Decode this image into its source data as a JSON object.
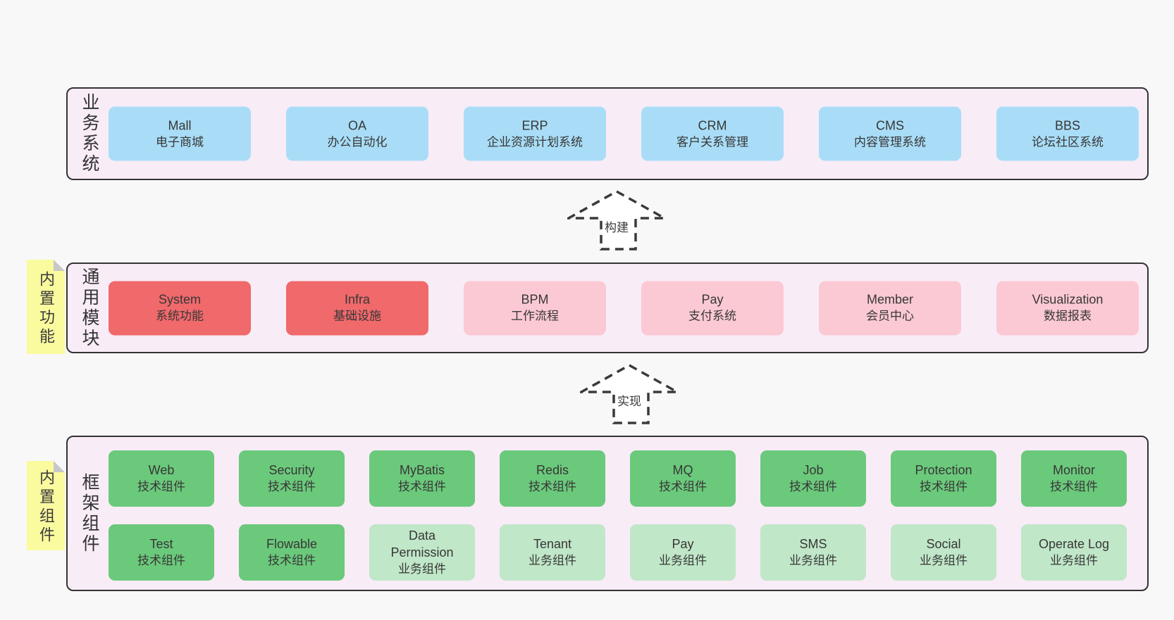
{
  "colors": {
    "blue": "#a9ddf7",
    "red": "#f0696b",
    "pink": "#fbc9d4",
    "green": "#6bc97b",
    "lightgreen": "#c0e7c8",
    "band-bg": "#f8ecf7",
    "band-border": "#333333",
    "sticky": "#fafa9e",
    "fold": "#c8c8c8",
    "page-bg": "#f8f8f8",
    "ink": "#373737"
  },
  "bands": {
    "business": {
      "side_label": "业务系统",
      "boxes": [
        {
          "name": "Mall",
          "desc": "电子商城",
          "variant": "blue"
        },
        {
          "name": "OA",
          "desc": "办公自动化",
          "variant": "blue"
        },
        {
          "name": "ERP",
          "desc": "企业资源计划系统",
          "variant": "blue"
        },
        {
          "name": "CRM",
          "desc": "客户关系管理",
          "variant": "blue"
        },
        {
          "name": "CMS",
          "desc": "内容管理系统",
          "variant": "blue"
        },
        {
          "name": "BBS",
          "desc": "论坛社区系统",
          "variant": "blue"
        }
      ]
    },
    "modules": {
      "sticky": "内置功能",
      "side_label": "通用模块",
      "boxes": [
        {
          "name": "System",
          "desc": "系统功能",
          "variant": "red"
        },
        {
          "name": "Infra",
          "desc": "基础设施",
          "variant": "red"
        },
        {
          "name": "BPM",
          "desc": "工作流程",
          "variant": "pink"
        },
        {
          "name": "Pay",
          "desc": "支付系统",
          "variant": "pink"
        },
        {
          "name": "Member",
          "desc": "会员中心",
          "variant": "pink"
        },
        {
          "name": "Visualization",
          "desc": "数据报表",
          "variant": "pink"
        }
      ]
    },
    "framework": {
      "sticky": "内置组件",
      "side_label": "框架组件",
      "row1": [
        {
          "name": "Web",
          "desc": "技术组件",
          "variant": "green"
        },
        {
          "name": "Security",
          "desc": "技术组件",
          "variant": "green"
        },
        {
          "name": "MyBatis",
          "desc": "技术组件",
          "variant": "green"
        },
        {
          "name": "Redis",
          "desc": "技术组件",
          "variant": "green"
        },
        {
          "name": "MQ",
          "desc": "技术组件",
          "variant": "green"
        },
        {
          "name": "Job",
          "desc": "技术组件",
          "variant": "green"
        },
        {
          "name": "Protection",
          "desc": "技术组件",
          "variant": "green"
        },
        {
          "name": "Monitor",
          "desc": "技术组件",
          "variant": "green"
        }
      ],
      "row2": [
        {
          "name": "Test",
          "desc": "技术组件",
          "variant": "green"
        },
        {
          "name": "Flowable",
          "desc": "技术组件",
          "variant": "green"
        },
        {
          "name": "Data Permission",
          "desc": "业务组件",
          "variant": "lightgreen"
        },
        {
          "name": "Tenant",
          "desc": "业务组件",
          "variant": "lightgreen"
        },
        {
          "name": "Pay",
          "desc": "业务组件",
          "variant": "lightgreen"
        },
        {
          "name": "SMS",
          "desc": "业务组件",
          "variant": "lightgreen"
        },
        {
          "name": "Social",
          "desc": "业务组件",
          "variant": "lightgreen"
        },
        {
          "name": "Operate Log",
          "desc": "业务组件",
          "variant": "lightgreen"
        }
      ]
    }
  },
  "arrows": {
    "build": {
      "label": "构建"
    },
    "implement": {
      "label": "实现"
    }
  }
}
